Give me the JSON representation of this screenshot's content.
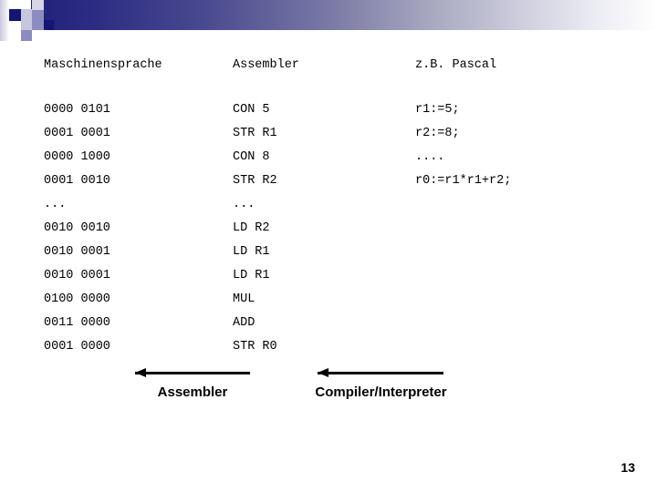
{
  "slide": {
    "page_number": "13",
    "accent_dark": "#151573",
    "accent_mid": "#8c8cc0",
    "accent_pale": "#c6c6de",
    "band_start": "#21217a",
    "band_end": "#ffffff"
  },
  "table": {
    "headers": {
      "machine": "Maschinensprache",
      "assembler": "Assembler",
      "highlevel": "z.B. Pascal"
    },
    "machine_code": [
      "0000 0101",
      "0001 0001",
      "0000 1000",
      "0001 0010",
      "...",
      "0010 0010",
      "0010 0001",
      "0010 0001",
      "0100 0000",
      "0011 0000",
      "0001 0000"
    ],
    "assembler_code": [
      "CON 5",
      "STR R1",
      "CON 8",
      "STR R2",
      "...",
      "LD R2",
      "LD R1",
      "LD R1",
      "MUL",
      "ADD",
      "STR R0"
    ],
    "pascal_code": [
      "r1:=5;",
      "r2:=8;",
      "....",
      "r0:=r1*r1+r2;"
    ]
  },
  "arrows": [
    {
      "label": "Assembler",
      "direction": "left"
    },
    {
      "label": "Compiler/Interpreter",
      "direction": "left"
    }
  ]
}
